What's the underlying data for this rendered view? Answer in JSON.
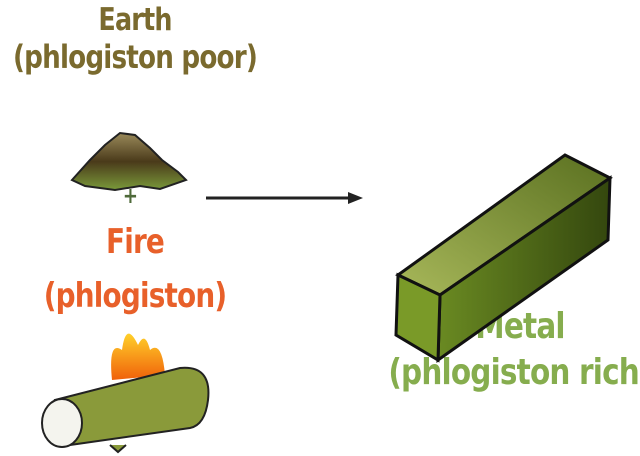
{
  "earth": {
    "title": "Earth",
    "subtitle": "(phlogiston poor)",
    "color": "#7a6a2e"
  },
  "operator": "+",
  "fire": {
    "title": "Fire",
    "subtitle": "(phlogiston)",
    "color": "#e8602a"
  },
  "metal": {
    "title": "Metal",
    "subtitle": "(phlogiston rich)",
    "color": "#86ad4e"
  },
  "arrow_color": "#222222"
}
